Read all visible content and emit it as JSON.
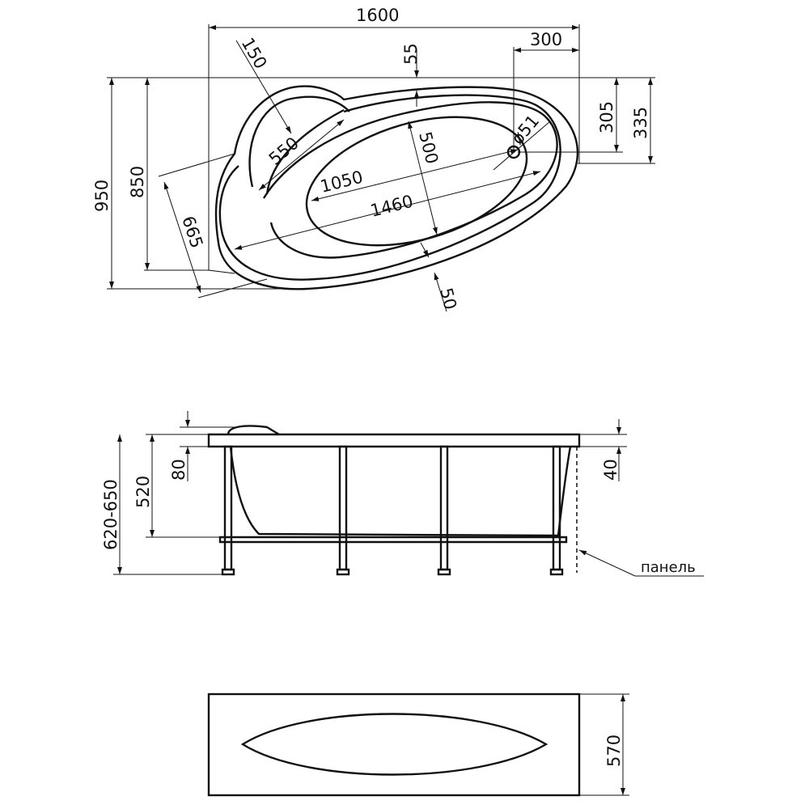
{
  "top_view": {
    "dims": {
      "total_length": "1600",
      "headrest_radius": "150",
      "rim_offset_top": "55",
      "drain_offset": "300",
      "total_width": "950",
      "left_width": "850",
      "headrest_length": "550",
      "inner_width": "500",
      "drain_y_305": "305",
      "drain_y_335": "335",
      "drain_diameter": "ø51",
      "inner_length": "1050",
      "outer_length": "1460",
      "diagonal": "665",
      "rim_offset_bottom": "50"
    }
  },
  "side_view": {
    "dims": {
      "rim_80": "80",
      "depth": "520",
      "total_height": "620-650",
      "rim_40": "40"
    },
    "panel_label": "панель"
  },
  "front_view": {
    "dims": {
      "panel_height": "570"
    }
  }
}
